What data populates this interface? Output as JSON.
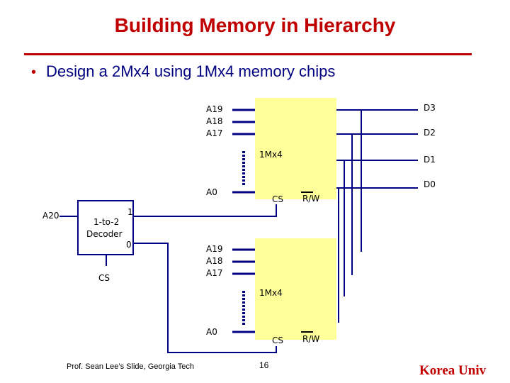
{
  "title": "Building Memory in Hierarchy",
  "bullet": "Design a 2Mx4 using 1Mx4 memory chips",
  "diagram": {
    "chip_top": {
      "name": "1Mx4",
      "addr_lines": [
        "A19",
        "A18",
        "A17"
      ],
      "addr_low": "A0",
      "cs": "CS",
      "rw": "R/W",
      "data_lines": [
        "D3",
        "D2",
        "D1",
        "D0"
      ]
    },
    "chip_bottom": {
      "name": "1Mx4",
      "addr_lines": [
        "A19",
        "A18",
        "A17"
      ],
      "addr_low": "A0",
      "cs": "CS",
      "rw": "R/W"
    },
    "decoder": {
      "name_line1": "1-to-2",
      "name_line2": "Decoder",
      "input": "A20",
      "output_1": "1",
      "output_0": "0",
      "enable": "CS"
    },
    "colors": {
      "chip_fill": "#ffff99",
      "wire": "#000080",
      "accent": "#c00000"
    }
  },
  "footer": {
    "credit": "Prof. Sean Lee’s Slide, Georgia Tech",
    "page": "16",
    "brand": "Korea Univ"
  }
}
